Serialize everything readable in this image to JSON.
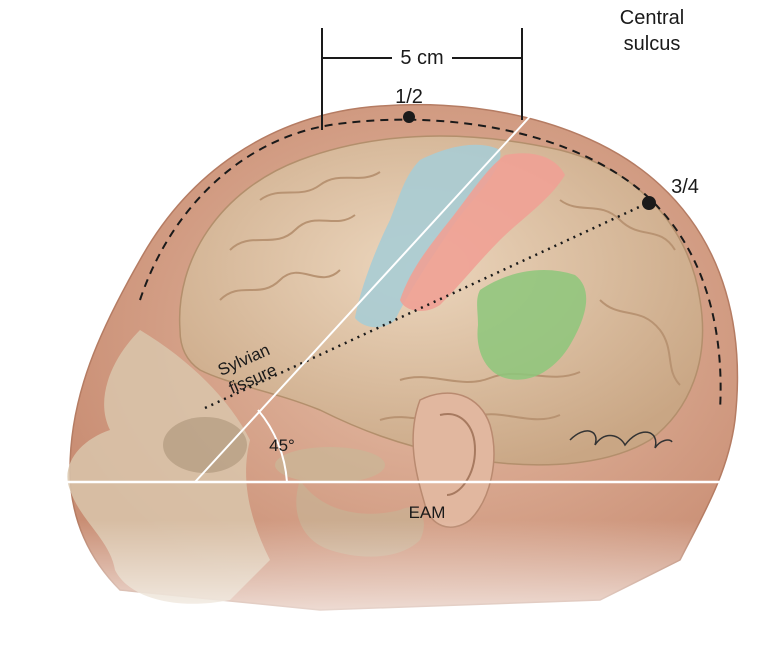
{
  "labels": {
    "measurement": "5 cm",
    "half_point": "1/2",
    "three_quarter_point": "3/4",
    "central_sulcus_line1": "Central",
    "central_sulcus_line2": "sulcus",
    "sylvian_line1": "Sylvian",
    "sylvian_line2": "fissure",
    "angle": "45°",
    "eam": "EAM"
  },
  "colors": {
    "precentral_gyrus": "#a9ccd4",
    "postcentral_gyrus": "#f0a195",
    "temporal_region": "#8dc77b",
    "scalp": "#d8a690",
    "brain": "#dcc0a2",
    "skull": "#d9cdb5",
    "guide_line": "#ffffff",
    "dashed_line": "#1a1a1a"
  }
}
